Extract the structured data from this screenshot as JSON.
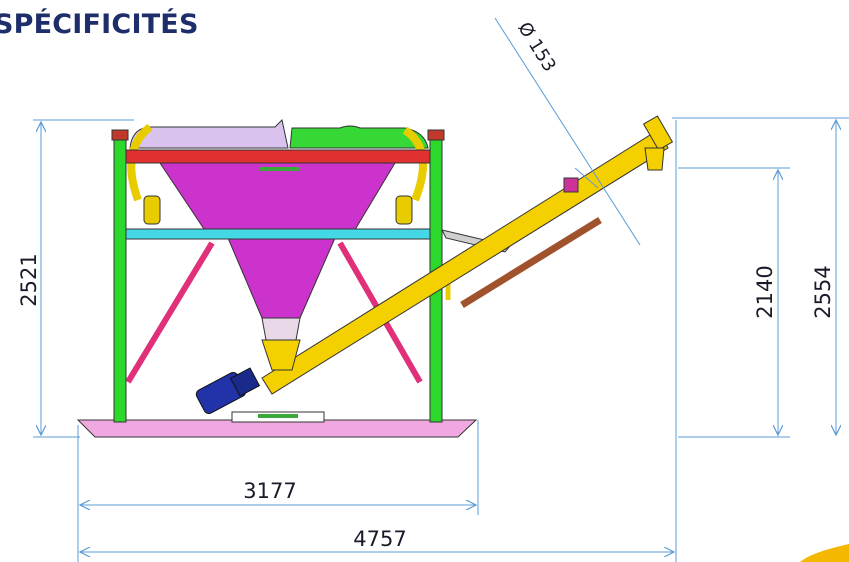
{
  "header": {
    "title": "SPÉCIFICITÉS"
  },
  "dimensions": {
    "height_left": "2521",
    "height_right_inner": "2140",
    "height_right_outer": "2554",
    "width_base": "3177",
    "width_total": "4757",
    "diameter": "Ø 153"
  },
  "colors": {
    "title": "#1d2e6b",
    "dimension_lines": "#5b9bd5",
    "frame_green": "#2bd82b",
    "beam_red": "#e03030",
    "beam_cyan": "#44d8e6",
    "hopper_magenta": "#cc33cc",
    "auger_yellow": "#f5d000",
    "base_pink": "#f0a8e0",
    "motor_blue": "#2233aa",
    "brace_pink": "#e0307a",
    "corner_accent": "#f5b800"
  }
}
